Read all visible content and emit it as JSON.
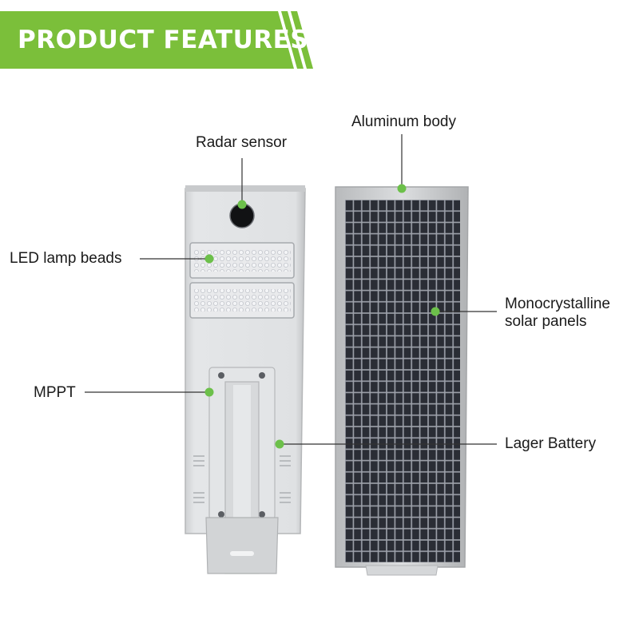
{
  "header": {
    "title": "PRODUCT FEATURES",
    "color": "#7bbf3a"
  },
  "callouts": {
    "radar_sensor": "Radar sensor",
    "aluminum_body": "Aluminum body",
    "led_lamp_beads": "LED lamp beads",
    "mppt": "MPPT",
    "solar_panels_line1": "Monocrystalline",
    "solar_panels_line2": "solar panels",
    "battery": "Lager Battery"
  },
  "colors": {
    "accent": "#7bbf3a",
    "dot": "#6cc04a",
    "lamp_body": "#d9dbdd",
    "panel_cell": "#2c2f37",
    "frame": "#c9cbcd"
  }
}
